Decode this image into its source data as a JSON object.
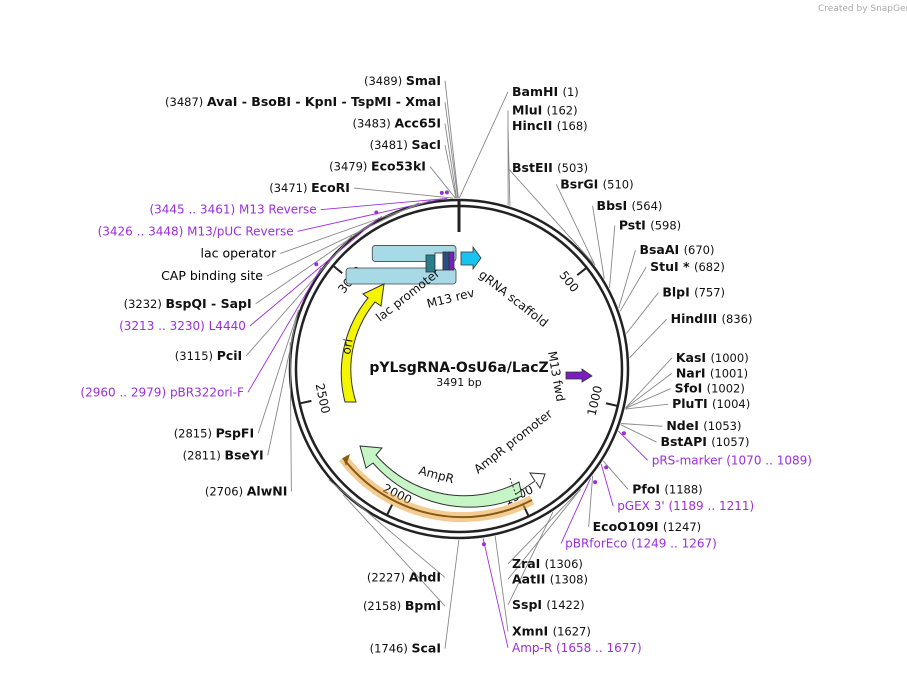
{
  "brand": "Created by SnapGene",
  "map": {
    "name": "pYLsgRNA-OsU6a/LacZ",
    "size": "3491 bp",
    "total_bp": 3491
  },
  "ticks": [
    {
      "bp": 500,
      "label": "500"
    },
    {
      "bp": 1000,
      "label": "1000"
    },
    {
      "bp": 1500,
      "label": "1500"
    },
    {
      "bp": 2000,
      "label": "2000"
    },
    {
      "bp": 2500,
      "label": "2500"
    },
    {
      "bp": 3000,
      "label": "3000"
    }
  ],
  "sites": [
    {
      "bp": 3489,
      "text": "SmaI",
      "pos": "(3489)",
      "side": "L"
    },
    {
      "bp": 3487,
      "text": "AvaI  - BsoBI  - KpnI  - TspMI  - XmaI",
      "pos": "(3487)",
      "side": "L"
    },
    {
      "bp": 3483,
      "text": "Acc65I",
      "pos": "(3483)",
      "side": "L"
    },
    {
      "bp": 3481,
      "text": "SacI",
      "pos": "(3481)",
      "side": "L"
    },
    {
      "bp": 3479,
      "text": "Eco53kI",
      "pos": "(3479)",
      "side": "L"
    },
    {
      "bp": 3471,
      "text": "EcoRI",
      "pos": "(3471)",
      "side": "L"
    },
    {
      "bp": 3232,
      "text": "BspQI  - SapI",
      "pos": "(3232)",
      "side": "L"
    },
    {
      "bp": 3115,
      "text": "PciI",
      "pos": "(3115)",
      "side": "L"
    },
    {
      "bp": 2815,
      "text": "PspFI",
      "pos": "(2815)",
      "side": "L"
    },
    {
      "bp": 2811,
      "text": "BseYI",
      "pos": "(2811)",
      "side": "L"
    },
    {
      "bp": 2706,
      "text": "AlwNI",
      "pos": "(2706)",
      "side": "L"
    },
    {
      "bp": 2227,
      "text": "AhdI",
      "pos": "(2227)",
      "side": "L"
    },
    {
      "bp": 2158,
      "text": "BpmI",
      "pos": "(2158)",
      "side": "L"
    },
    {
      "bp": 1746,
      "text": "ScaI",
      "pos": "(1746)",
      "side": "L"
    },
    {
      "bp": 1,
      "text": "BamHI",
      "pos": "(1)",
      "side": "R"
    },
    {
      "bp": 162,
      "text": "MluI",
      "pos": "(162)",
      "side": "R"
    },
    {
      "bp": 168,
      "text": "HincII",
      "pos": "(168)",
      "side": "R"
    },
    {
      "bp": 503,
      "text": "BstEII",
      "pos": "(503)",
      "side": "R"
    },
    {
      "bp": 510,
      "text": "BsrGI",
      "pos": "(510)",
      "side": "R"
    },
    {
      "bp": 564,
      "text": "BbsI",
      "pos": "(564)",
      "side": "R"
    },
    {
      "bp": 598,
      "text": "PstI",
      "pos": "(598)",
      "side": "R"
    },
    {
      "bp": 670,
      "text": "BsaAI",
      "pos": "(670)",
      "side": "R"
    },
    {
      "bp": 682,
      "text": "StuI *",
      "pos": "(682)",
      "side": "R"
    },
    {
      "bp": 757,
      "text": "BlpI",
      "pos": "(757)",
      "side": "R"
    },
    {
      "bp": 836,
      "text": "HindIII",
      "pos": "(836)",
      "side": "R"
    },
    {
      "bp": 1000,
      "text": "KasI",
      "pos": "(1000)",
      "side": "R"
    },
    {
      "bp": 1001,
      "text": "NarI",
      "pos": "(1001)",
      "side": "R"
    },
    {
      "bp": 1002,
      "text": "SfoI",
      "pos": "(1002)",
      "side": "R"
    },
    {
      "bp": 1004,
      "text": "PluTI",
      "pos": "(1004)",
      "side": "R"
    },
    {
      "bp": 1053,
      "text": "NdeI",
      "pos": "(1053)",
      "side": "R"
    },
    {
      "bp": 1057,
      "text": "BstAPI",
      "pos": "(1057)",
      "side": "R"
    },
    {
      "bp": 1188,
      "text": "PfoI",
      "pos": "(1188)",
      "side": "R"
    },
    {
      "bp": 1247,
      "text": "EcoO109I",
      "pos": "(1247)",
      "side": "R"
    },
    {
      "bp": 1306,
      "text": "ZraI",
      "pos": "(1306)",
      "side": "R"
    },
    {
      "bp": 1308,
      "text": "AatII",
      "pos": "(1308)",
      "side": "R"
    },
    {
      "bp": 1422,
      "text": "SspI",
      "pos": "(1422)",
      "side": "R"
    },
    {
      "bp": 1627,
      "text": "XmnI",
      "pos": "(1627)",
      "side": "R"
    }
  ],
  "primers": [
    {
      "bp": 3453,
      "text": "M13 Reverse",
      "range": "(3445 .. 3461)",
      "side": "L"
    },
    {
      "bp": 3437,
      "text": "M13/pUC Reverse",
      "range": "(3426 .. 3448)",
      "side": "L"
    },
    {
      "bp": 3221,
      "text": "L4440",
      "range": "(3213 .. 3230)",
      "side": "L"
    },
    {
      "bp": 2970,
      "text": "pBR322ori-F",
      "range": "(2960 .. 2979)",
      "side": "L"
    },
    {
      "bp": 1079,
      "text": "pRS-marker",
      "range": "(1070 .. 1089)",
      "side": "R"
    },
    {
      "bp": 1200,
      "text": "pGEX 3'",
      "range": "(1189 .. 1211)",
      "side": "R"
    },
    {
      "bp": 1258,
      "text": "pBRforEco",
      "range": "(1249 .. 1267)",
      "side": "R"
    },
    {
      "bp": 1667,
      "text": "Amp-R",
      "range": "(1658 .. 1677)",
      "side": "R"
    }
  ],
  "boxed_features": [
    {
      "bp": 3400,
      "text": "lac operator"
    },
    {
      "bp": 3360,
      "text": "CAP binding site"
    }
  ],
  "features": [
    {
      "text": "lac promoter"
    },
    {
      "text": "M13 rev"
    },
    {
      "text": "gRNA scaffold"
    },
    {
      "text": "M13 fwd"
    },
    {
      "text": "ori"
    },
    {
      "text": "AmpR"
    },
    {
      "text": "AmpR promoter"
    }
  ],
  "colors": {
    "ring": "#222222",
    "primer": "#9b30d9",
    "ori": "#f5f500",
    "ampr": "#c6f5c6",
    "ampr_halo": "#e8a23a",
    "gRNA": "#19c3f0",
    "lacpro": "#ffffff",
    "m13": "#7a1fbf",
    "box_fill": "#a8d9e6"
  }
}
